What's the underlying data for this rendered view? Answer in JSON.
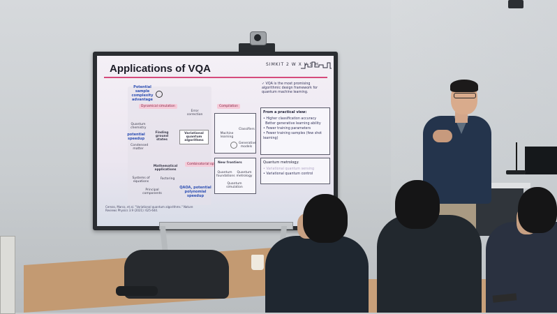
{
  "slide": {
    "title": "Applications of VQA",
    "brand": "SIMKIT 2 W X V S H",
    "diagram": {
      "potential_sample": "Potential sample complexity advantage",
      "dynamical_simulation": "Dynamical simulation",
      "error_correction": "Error correction",
      "compilation": "Compilation",
      "quantum_chemistry": "Quantum chemistry",
      "potential_speedup": "potential speedup",
      "condensed_matter": "Condensed matter",
      "finding_ground_states": "Finding ground states",
      "vqa_core": "Variational quantum algorithms",
      "machine_learning": "Machine learning",
      "classifiers": "Classifiers",
      "generative_models": "Generative models",
      "mathematical_applications": "Mathematical applications",
      "combinatorial_optimization": "Combinatorial optimization",
      "systems_of_equations": "Systems of equations",
      "factoring": "Factoring",
      "principal_components": "Principal components",
      "qaoa": "QAOA, potential polynomial speedup",
      "new_frontiers": "New frontiers",
      "quantum_foundations": "Quantum foundations",
      "quantum_metrology": "Quantum metrology",
      "quantum_simulation": "Quantum simulation"
    },
    "intro": "VQA is the most promising algorithmic design framework for quantum machine learning.",
    "practical": {
      "title": "From a practical view:",
      "bullets": [
        "Higher classification accuracy",
        "Better generative learning ability",
        "Fewer training parameters",
        "Fewer training samples (few shot learning)"
      ]
    },
    "metrology": {
      "title": "Quantum metrology:",
      "bullets": [
        "Variational quantum sensing",
        "Variational quantum control"
      ]
    },
    "citation": "Cerezo, Marco, et al. \"Variational quantum algorithms.\" Nature Reviews Physics 3.9 (2021): 625-644."
  },
  "colors": {
    "accent_pink": "#d64a7b",
    "diagram_blue": "#2d4fb3",
    "tv_bezel": "#2a2d31"
  }
}
